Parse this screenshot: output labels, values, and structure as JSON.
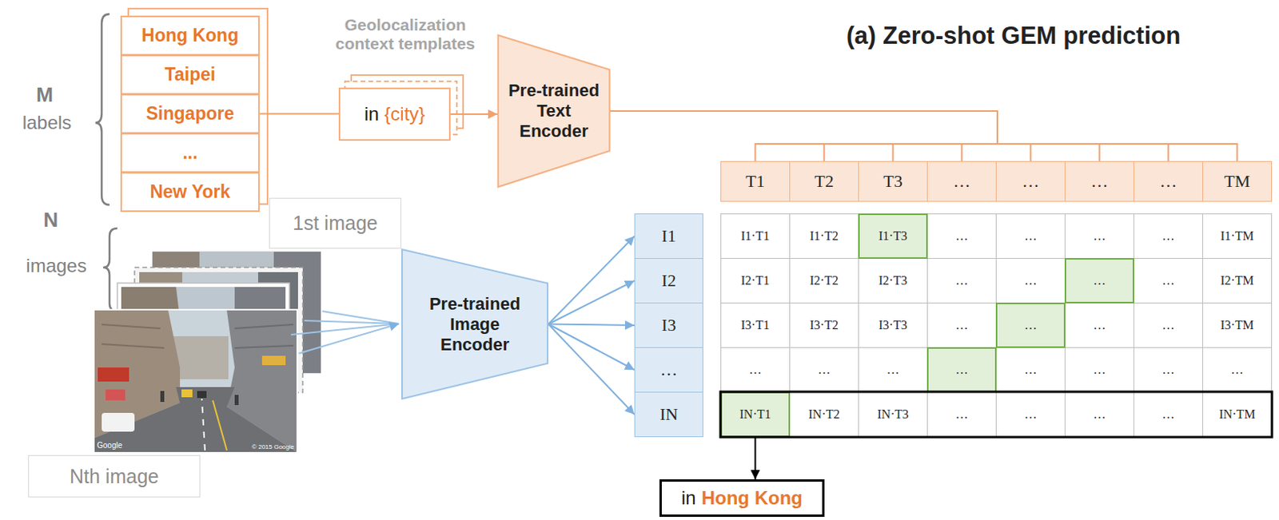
{
  "diagram": {
    "title": "(a) Zero-shot GEM prediction",
    "nodes": [
      {
        "text": [
          "Hong Kong"
        ]
      },
      {
        "text": [
          "Taipei"
        ]
      },
      {
        "text": [
          "Singapore"
        ]
      },
      {
        "text": [
          "..."
        ]
      },
      {
        "text": [
          "New York"
        ]
      },
      {
        "text": [
          "in",
          "{city}"
        ]
      },
      {
        "text": [
          "Pre-trained Text Encoder"
        ]
      },
      {
        "text": [
          "1st image"
        ]
      },
      {
        "text": [
          "Pre-trained Image Encoder"
        ]
      },
      {
        "text": [
          "Nth image"
        ]
      },
      {
        "text": [
          "T1"
        ]
      },
      {
        "text": [
          "T2"
        ]
      },
      {
        "text": [
          "T3"
        ]
      },
      {
        "text": [
          "…"
        ]
      },
      {
        "text": [
          "…"
        ]
      },
      {
        "text": [
          "…"
        ]
      },
      {
        "text": [
          "…"
        ]
      },
      {
        "text": [
          "TM"
        ]
      },
      {
        "text": [
          "I1"
        ]
      },
      {
        "text": [
          "I2"
        ]
      },
      {
        "text": [
          "I3"
        ]
      },
      {
        "text": [
          "…"
        ]
      },
      {
        "text": [
          "IN"
        ]
      },
      {
        "text": [
          "I1·T1"
        ]
      },
      {
        "text": [
          "I1·T2"
        ]
      },
      {
        "text": [
          "I1·T3"
        ]
      },
      {
        "text": [
          "…"
        ]
      },
      {
        "text": [
          "…"
        ]
      },
      {
        "text": [
          "…"
        ]
      },
      {
        "text": [
          "…"
        ]
      },
      {
        "text": [
          "I1·TM"
        ]
      },
      {
        "text": [
          "I2·T1"
        ]
      },
      {
        "text": [
          "I2·T2"
        ]
      },
      {
        "text": [
          "I2·T3"
        ]
      },
      {
        "text": [
          "…"
        ]
      },
      {
        "text": [
          "…"
        ]
      },
      {
        "text": [
          "…"
        ]
      },
      {
        "text": [
          "…"
        ]
      },
      {
        "text": [
          "I2·TM"
        ]
      },
      {
        "text": [
          "I3·T1"
        ]
      },
      {
        "text": [
          "I3·T2"
        ]
      },
      {
        "text": [
          "I3·T3"
        ]
      },
      {
        "text": [
          "…"
        ]
      },
      {
        "text": [
          "…"
        ]
      },
      {
        "text": [
          "…"
        ]
      },
      {
        "text": [
          "…"
        ]
      },
      {
        "text": [
          "I3·TM"
        ]
      },
      {
        "text": [
          "…"
        ]
      },
      {
        "text": [
          "…"
        ]
      },
      {
        "text": [
          "…"
        ]
      },
      {
        "text": [
          "…"
        ]
      },
      {
        "text": [
          "…"
        ]
      },
      {
        "text": [
          "…"
        ]
      },
      {
        "text": [
          "…"
        ]
      },
      {
        "text": [
          "…"
        ]
      },
      {
        "text": [
          "IN·T1"
        ]
      },
      {
        "text": [
          "IN·T2"
        ]
      },
      {
        "text": [
          "IN·T3"
        ]
      },
      {
        "text": [
          "…"
        ]
      },
      {
        "text": [
          "…"
        ]
      },
      {
        "text": [
          "…"
        ]
      },
      {
        "text": [
          "…"
        ]
      },
      {
        "text": [
          "IN·TM"
        ]
      },
      {
        "text": [
          "in",
          "Hong Kong"
        ]
      }
    ],
    "edges": [
      {
        "from": 2,
        "to": 5,
        "arrow": "none"
      },
      {
        "from": 5,
        "to": 6,
        "arrow": "to"
      },
      {
        "from": 6,
        "to": 10,
        "arrow": "none"
      },
      {
        "from": 6,
        "to": 11,
        "arrow": "none"
      },
      {
        "from": 6,
        "to": 12,
        "arrow": "none"
      },
      {
        "from": 6,
        "to": 13,
        "arrow": "none"
      },
      {
        "from": 6,
        "to": 14,
        "arrow": "none"
      },
      {
        "from": 6,
        "to": 15,
        "arrow": "none"
      },
      {
        "from": 6,
        "to": 16,
        "arrow": "none"
      },
      {
        "from": 6,
        "to": 17,
        "arrow": "none"
      },
      {
        "from": 8,
        "to": 18,
        "arrow": "to"
      },
      {
        "from": 8,
        "to": 19,
        "arrow": "to"
      },
      {
        "from": 8,
        "to": 20,
        "arrow": "to"
      },
      {
        "from": 8,
        "to": 21,
        "arrow": "to"
      },
      {
        "from": 8,
        "to": 22,
        "arrow": "to"
      },
      {
        "from": 55,
        "to": 63,
        "arrow": "to"
      }
    ],
    "labels": [
      "M",
      "labels",
      "Geolocalization context templates",
      "N",
      "images",
      "Google",
      "© 2015 Google"
    ]
  }
}
